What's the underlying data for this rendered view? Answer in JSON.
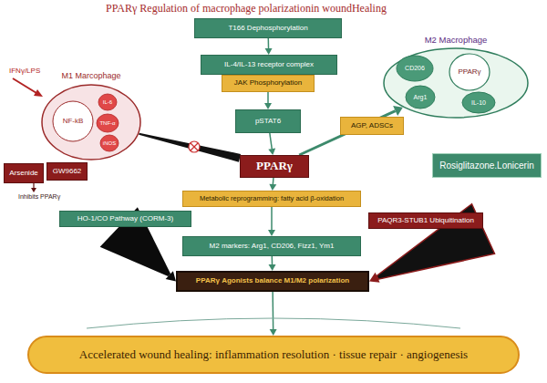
{
  "diagram": {
    "title": "PPARγ Regulation of macrophage polarizationin woundHealing",
    "nodes": [
      {
        "text": [
          "T166 Dephosphorylation"
        ]
      },
      {
        "text": [
          "IL-4/IL-13 receptor complex"
        ]
      },
      {
        "text": [
          "JAK Phosphorylation"
        ]
      },
      {
        "text": [
          "M2 Macrophage"
        ]
      },
      {
        "text": [
          "CD206"
        ],
        "in": 3
      },
      {
        "text": [
          "Arg1"
        ],
        "in": 3
      },
      {
        "text": [
          "PPARγ"
        ],
        "in": 3
      },
      {
        "text": [
          "IL-10"
        ],
        "in": 3
      },
      {
        "text": [
          "M1 Marcophage"
        ]
      },
      {
        "text": [
          "NF-kB"
        ],
        "in": 8
      },
      {
        "text": [
          "IL-6"
        ],
        "in": 8
      },
      {
        "text": [
          "TNF-α"
        ],
        "in": 8
      },
      {
        "text": [
          "iNOS"
        ],
        "in": 8
      },
      {
        "text": [
          "pSTAT6"
        ]
      },
      {
        "text": [
          "AGP, ADSCs"
        ]
      },
      {
        "text": [
          "Arsenide"
        ]
      },
      {
        "text": [
          "GW9662"
        ]
      },
      {
        "text": [
          "PPARγ"
        ]
      },
      {
        "text": [
          "Rosiglitazone.Lonicerin"
        ]
      },
      {
        "text": [
          "Metabolic reprogramming: fatty acid β-oxidation"
        ]
      },
      {
        "text": [
          "HO-1/CO Pathway (CORM-3)"
        ]
      },
      {
        "text": [
          "PAQR3-STUB1 Ubiquitination"
        ]
      },
      {
        "text": [
          "M2 markers: Arg1, CD206, Fizz1, Ym1"
        ]
      },
      {
        "text": [
          "PPARγ Agonists balance M1/M2 polarization"
        ]
      },
      {
        "text": [
          "Accelerated wound healing: inflammation resolution · tissue repair · angiogenesis"
        ]
      }
    ],
    "edges": [
      {
        "from": 0,
        "to": 1,
        "arrow": "to"
      },
      {
        "from": 2,
        "to": 13,
        "arrow": "to"
      },
      {
        "from": 13,
        "to": 17,
        "arrow": "to"
      },
      {
        "from": 17,
        "to": 3,
        "arrow": "to"
      },
      {
        "from": 8,
        "to": 17,
        "arrow": "none"
      },
      {
        "from": 17,
        "to": 19,
        "arrow": "to"
      },
      {
        "from": 19,
        "to": 22,
        "arrow": "to"
      },
      {
        "from": 20,
        "to": 23,
        "arrow": "to"
      },
      {
        "from": 21,
        "to": 23,
        "arrow": "to"
      },
      {
        "from": 22,
        "to": 23,
        "arrow": "to"
      },
      {
        "from": 23,
        "to": 24,
        "arrow": "to"
      }
    ],
    "labels": [
      "IFNγ/LPS",
      "Inhibits PPARγ"
    ]
  }
}
